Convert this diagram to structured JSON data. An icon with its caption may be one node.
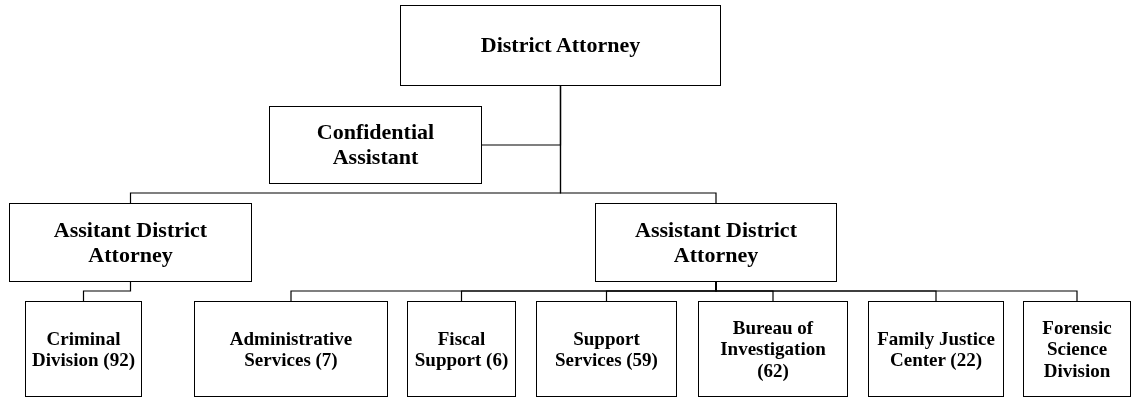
{
  "diagram": {
    "nodes": [
      {
        "text": [
          "District Attorney"
        ]
      },
      {
        "text": [
          "Confidential Assistant"
        ]
      },
      {
        "text": [
          "Assitant District Attorney"
        ]
      },
      {
        "text": [
          "Assistant District Attorney"
        ]
      },
      {
        "text": [
          "Criminal Division (92)"
        ]
      },
      {
        "text": [
          "Administrative Services (7)"
        ]
      },
      {
        "text": [
          "Fiscal Support (6)"
        ]
      },
      {
        "text": [
          "Support Services (59)"
        ]
      },
      {
        "text": [
          "Bureau of Investigation (62)"
        ]
      },
      {
        "text": [
          "Family Justice Center (22)"
        ]
      },
      {
        "text": [
          "Forensic Science Division"
        ]
      }
    ],
    "edges": [
      {
        "from": 0,
        "to": 1,
        "arrow": "none"
      },
      {
        "from": 0,
        "to": 2,
        "arrow": "none"
      },
      {
        "from": 0,
        "to": 3,
        "arrow": "none"
      },
      {
        "from": 2,
        "to": 4,
        "arrow": "none"
      },
      {
        "from": 3,
        "to": 5,
        "arrow": "none"
      },
      {
        "from": 3,
        "to": 6,
        "arrow": "none"
      },
      {
        "from": 3,
        "to": 7,
        "arrow": "none"
      },
      {
        "from": 3,
        "to": 8,
        "arrow": "none"
      },
      {
        "from": 3,
        "to": 9,
        "arrow": "none"
      },
      {
        "from": 3,
        "to": 10,
        "arrow": "none"
      }
    ]
  }
}
